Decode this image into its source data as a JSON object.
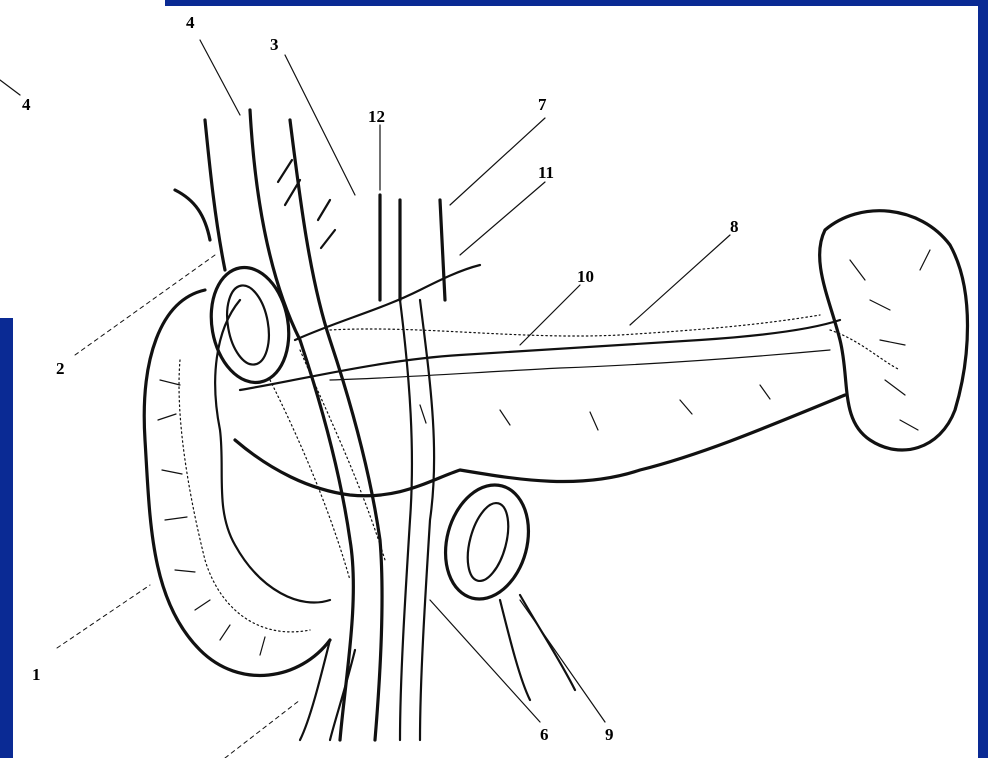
{
  "colors": {
    "frame_blue": "#0a2a94",
    "paper": "#ffffff",
    "ink": "#111111"
  },
  "labels": [
    {
      "id": "1",
      "text": "1"
    },
    {
      "id": "2",
      "text": "2"
    },
    {
      "id": "3",
      "text": "3"
    },
    {
      "id": "4a",
      "text": "4"
    },
    {
      "id": "4b",
      "text": "4"
    },
    {
      "id": "6",
      "text": "6"
    },
    {
      "id": "7",
      "text": "7"
    },
    {
      "id": "8",
      "text": "8"
    },
    {
      "id": "9",
      "text": "9"
    },
    {
      "id": "10",
      "text": "10"
    },
    {
      "id": "11",
      "text": "11"
    },
    {
      "id": "12",
      "text": "12"
    }
  ]
}
